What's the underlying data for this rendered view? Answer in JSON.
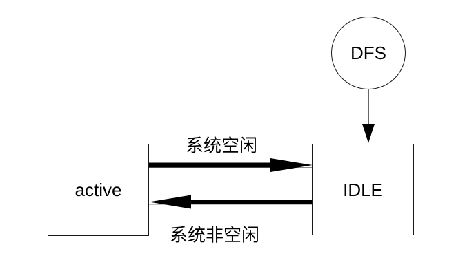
{
  "diagram": {
    "background": "#ffffff"
  },
  "nodes": {
    "dfs": {
      "label": "DFS",
      "shape": "circle"
    },
    "active": {
      "label": "active",
      "shape": "rectangle"
    },
    "idle": {
      "label": "IDLE",
      "shape": "rectangle"
    }
  },
  "edges": {
    "dfs_to_idle": {
      "from": "DFS",
      "to": "IDLE",
      "label": "",
      "style": "thin-arrow"
    },
    "active_to_idle": {
      "from": "active",
      "to": "IDLE",
      "label": "系统空闲",
      "style": "thick-arrow"
    },
    "idle_to_active": {
      "from": "IDLE",
      "to": "active",
      "label": "系统非空闲",
      "style": "thick-arrow"
    }
  },
  "colors": {
    "stroke": "#000000",
    "thin_connector": "#666666",
    "base_line": "#8a8a8a",
    "node_fill": "#ffffff",
    "text": "#000000"
  }
}
